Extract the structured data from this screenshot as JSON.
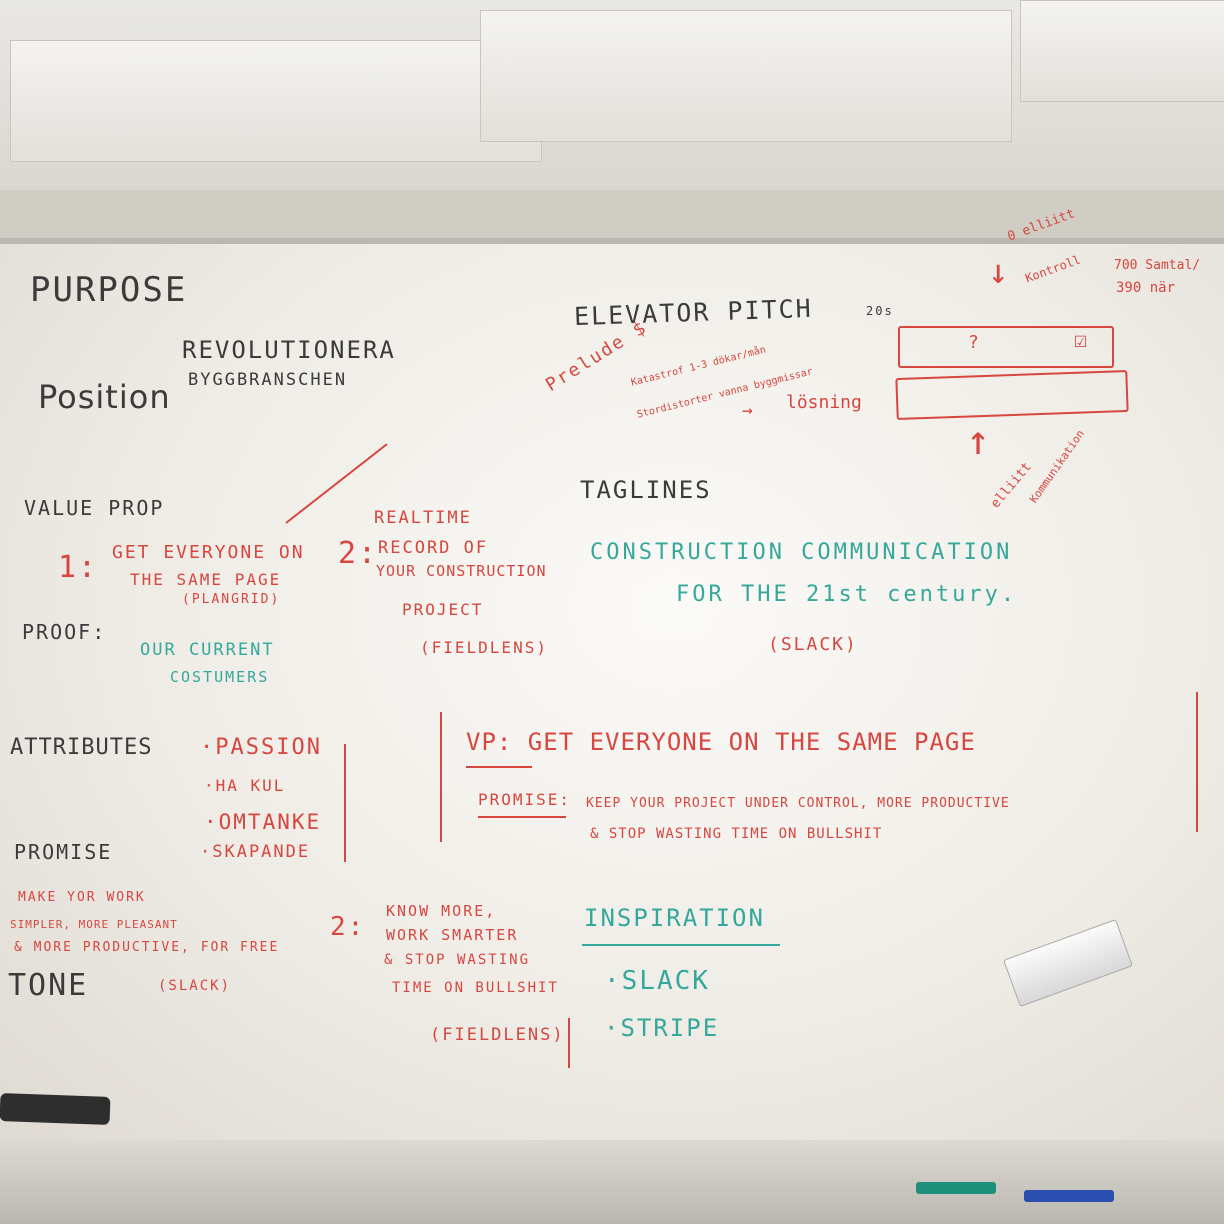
{
  "board": {
    "left_column": {
      "purpose": "PURPOSE",
      "position": "Position",
      "revolution_line1": "REVOLUTIONERA",
      "revolution_line2": "BYGGBRANSCHEN",
      "value_prop": "VALUE PROP",
      "vp1_num": "1:",
      "vp1_line1": "GET EVERYONE ON",
      "vp1_line2": "THE SAME PAGE",
      "vp1_line3": "(PLANGRID)",
      "vp2_num": "2:",
      "vp2_line1": "REALTIME",
      "vp2_line2": "RECORD OF",
      "vp2_line3": "YOUR CONSTRUCTION",
      "vp2_line4": "PROJECT",
      "vp2_line5": "(FIELDLENS)",
      "proof": "PROOF:",
      "proof_line1": "OUR CURRENT",
      "proof_line2": "COSTUMERS",
      "attributes": "ATTRIBUTES",
      "attr_1": "·PASSION",
      "attr_2": "·HA KUL",
      "attr_3": "·OMTANKE",
      "attr_4": "·SKAPANDE",
      "promise": "PROMISE",
      "promise_line1": "MAKE YOR WORK",
      "promise_line2": "SIMPLER, MORE PLEASANT",
      "promise_line3": "& MORE PRODUCTIVE, FOR FREE",
      "tone": "TONE",
      "tone_ref": "(SLACK)",
      "know_num": "2:",
      "know_line1": "KNOW MORE,",
      "know_line2": "WORK SMARTER",
      "know_line3": "& STOP WASTING",
      "know_line4": "TIME ON BULLSHIT",
      "know_ref": "(FIELDLENS)"
    },
    "right_column": {
      "elevator_pitch": "ELEVATOR PITCH",
      "pitch_time": "20s",
      "prelude": "Prelude $",
      "kat_line1": "Katastrof 1-3 dökar/mån",
      "kat_line2": "Stordistorter vanna byggmissar",
      "arrow_label": "lösning",
      "box_mark": "?",
      "top_label1": "0 elliitt",
      "top_label2": "Kontroll",
      "stat_line1": "700 Samtal/",
      "stat_line2": "390 när",
      "bottom_label1": "elliitt",
      "bottom_label2": "Kommunikation",
      "taglines": "TAGLINES",
      "tag_line1": "CONSTRUCTION COMMUNICATION",
      "tag_line2": "FOR THE 21st century.",
      "tag_ref": "(SLACK)",
      "vp_title": "VP: GET EVERYONE ON THE SAME PAGE",
      "promise_label": "PROMISE:",
      "promise_line1": "KEEP YOUR PROJECT UNDER CONTROL, MORE PRODUCTIVE",
      "promise_line2": "& STOP WASTING TIME ON BULLSHIT",
      "inspiration": "INSPIRATION",
      "insp_1": "·SLACK",
      "insp_2": "·STRIPE"
    }
  },
  "colors": {
    "black_ink": "#3b3b3b",
    "red_ink": "#d7463f",
    "teal_ink": "#35a89b"
  }
}
